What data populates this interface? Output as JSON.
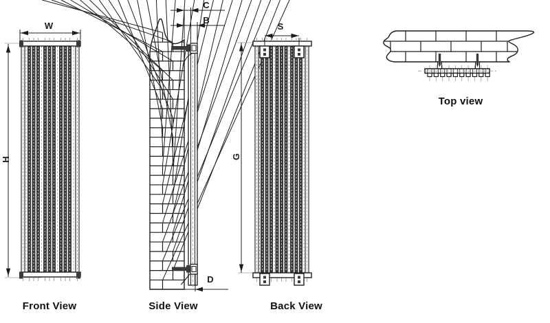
{
  "colors": {
    "line": "#1c1c1c",
    "dash_gray": "#9b9b9b",
    "dark_fill": "#3a3a3a",
    "tube_highlight": "#dcdcdc",
    "background": "#ffffff"
  },
  "views": {
    "front": {
      "title": "Front View",
      "dims": {
        "w": "W",
        "h": "H"
      }
    },
    "side": {
      "title": "Side View",
      "dims": {
        "c": "C",
        "b": "B",
        "d": "D"
      }
    },
    "back": {
      "title": "Back View",
      "dims": {
        "s": "S",
        "g": "G"
      }
    },
    "top": {
      "title": "Top view"
    }
  }
}
